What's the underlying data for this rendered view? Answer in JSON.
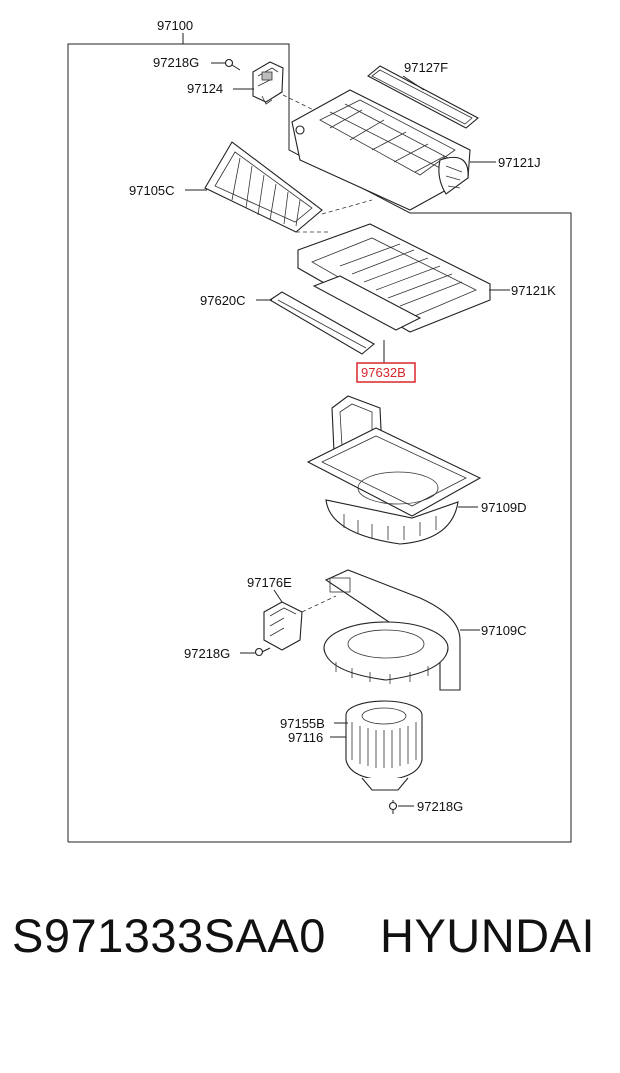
{
  "diagram": {
    "labels": {
      "assembly": "97100",
      "screw_top": "97218G",
      "actuator": "97124",
      "seal": "97127F",
      "intake_case": "97121J",
      "filter_cover": "97105C",
      "filter_frame": "97121K",
      "filter_door": "97620C",
      "filter_element": "97632B",
      "upper_case": "97109D",
      "resistor": "97176E",
      "screw_mid": "97218G",
      "lower_case": "97109C",
      "motor_a": "97155B",
      "motor_b": "97116",
      "screw_bottom": "97218G"
    },
    "highlight_color": "#d9262b"
  },
  "caption": {
    "part_number": "S971333SAA0",
    "brand": "HYUNDAI"
  }
}
